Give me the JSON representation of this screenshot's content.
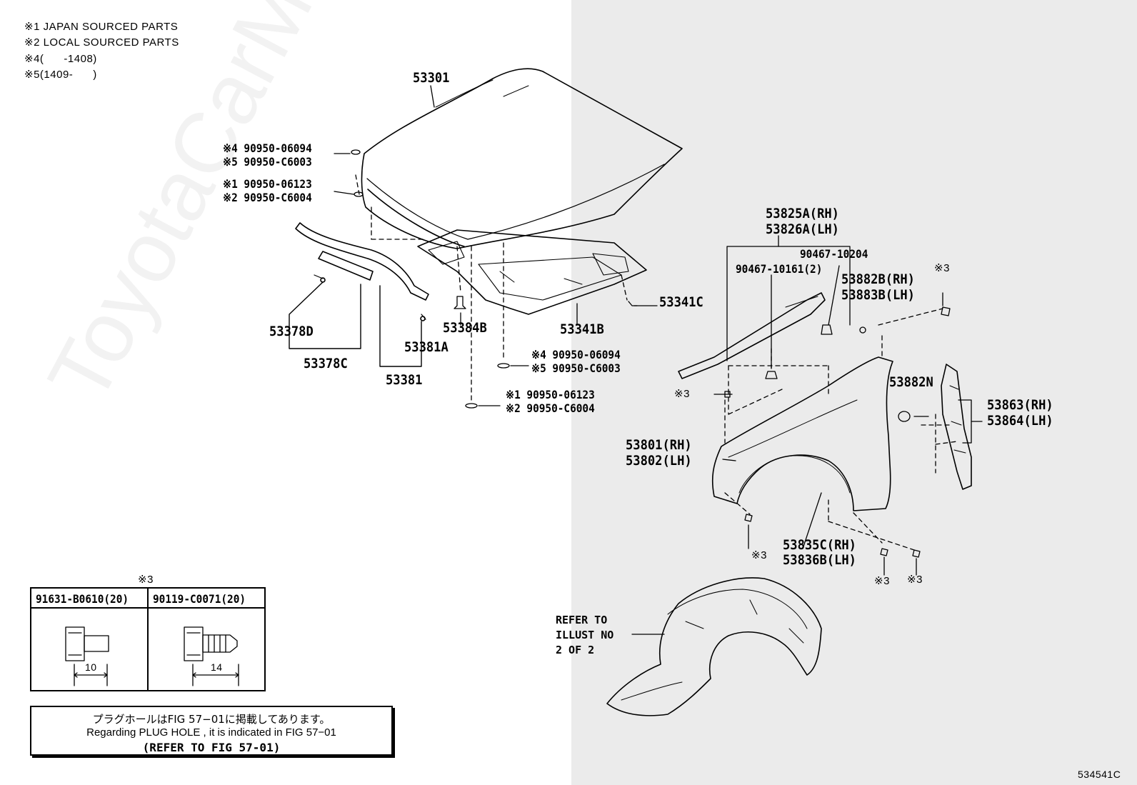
{
  "legend": [
    {
      "mark": "※1",
      "text": "JAPAN SOURCED PARTS"
    },
    {
      "mark": "※2",
      "text": "LOCAL SOURCED PARTS"
    },
    {
      "mark": "※4",
      "text": "(      -1408)"
    },
    {
      "mark": "※5",
      "text": "(1409-      )"
    }
  ],
  "labels": {
    "p53301": "53301",
    "hood_top_clip_a": "※4 90950-06094",
    "hood_top_clip_b": "※5 90950-C6003",
    "hood_top_plug_a": "※1 90950-06123",
    "hood_top_plug_b": "※2 90950-C6004",
    "p53825a": "53825A(RH)",
    "p53826a": "53826A(LH)",
    "p90467_10204": "90467-10204",
    "p90467_10161": "90467-10161(2)",
    "p53882b": "53882B(RH)",
    "p53883b": "53883B(LH)",
    "mark3_top": "※3",
    "p53341c": "53341C",
    "p53378d": "53378D",
    "p53384b": "53384B",
    "p53341b": "53341B",
    "p53381a": "53381A",
    "p53378c": "53378C",
    "p53381": "53381",
    "bottom_clip_a": "※4  90950-06094",
    "bottom_clip_b": "※5  90950-C6003",
    "bottom_plug_a": "※1 90950-06123",
    "bottom_plug_b": "※2 90950-C6004",
    "mark3_fender": "※3",
    "p53882n": "53882N",
    "p53863": "53863(RH)",
    "p53864": "53864(LH)",
    "p53801": "53801(RH)",
    "p53802": "53802(LH)",
    "mark3_left": "※3",
    "p53835c": "53835C(RH)",
    "p53836b": "53836B(LH)",
    "mark3_b1": "※3",
    "mark3_b2": "※3",
    "refer_1": "REFER TO",
    "refer_2": "ILLUST NO",
    "refer_3": "2 OF 2"
  },
  "table": {
    "mark": "※3",
    "col1_part": "91631-B0610(20)",
    "col2_part": "90119-C0071(20)",
    "col1_dim": "10",
    "col2_dim": "14"
  },
  "message": {
    "line_jp": "プラグホールはFIG 57−01に掲載してあります。",
    "line_en": "Regarding  PLUG  HOLE , it is indicated in FIG  57−01",
    "line_ref": "(REFER TO FIG 57-01)"
  },
  "figure_id": "534541C",
  "watermark": "ToyotaCarMe.ru"
}
